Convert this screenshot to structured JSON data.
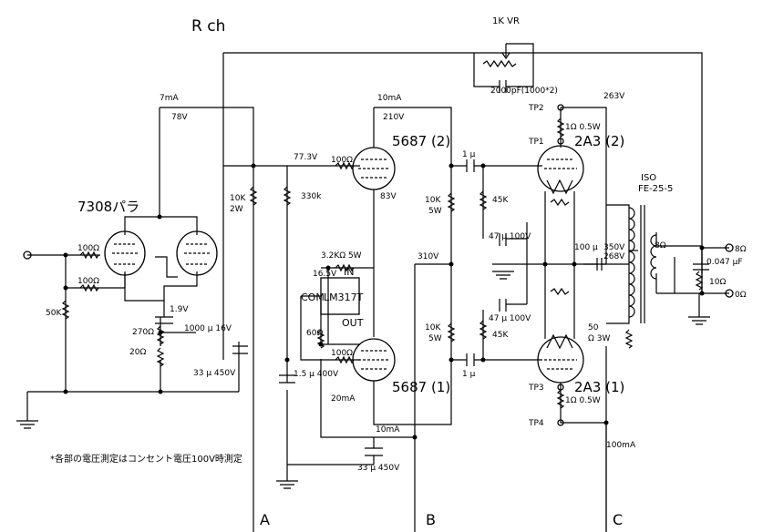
{
  "title": "R ch",
  "note": "*各部の電圧測定はコンセント電圧100V時測定",
  "tubes": {
    "pair": "7308パラ",
    "driver_top": "5687 (2)",
    "driver_bottom": "5687 (1)",
    "output_top": "2A3 (2)",
    "output_bottom": "2A3 (1)"
  },
  "ic": {
    "name": "LM317T",
    "in": "IN",
    "out": "OUT",
    "com": "COM"
  },
  "output_transformer": {
    "line1": "ISO",
    "line2": "FE-25-5"
  },
  "feedback": {
    "vr": "1K VR",
    "cap": "2000pF(1000*2)"
  },
  "terminals": {
    "a": "A",
    "b": "B",
    "c": "C",
    "tp1": "TP1",
    "tp2": "TP2",
    "tp3": "TP3",
    "tp4": "TP4"
  },
  "labels": {
    "l7ma": "7mA",
    "v78": "78V",
    "r10k2w": "10K",
    "r10k2w_b": "2W",
    "v773": "77.3V",
    "r100_a": "100Ω",
    "r330k": "330k",
    "ma10_top": "10mA",
    "v210": "210V",
    "v83": "83V",
    "r10k5w_a": "10K",
    "r10k5w_a2": "5W",
    "c1u_top": "1 μ",
    "r45k_top": "45K",
    "c47_top": "47 μ 100V",
    "v263": "263V",
    "r1_05w_top": "1Ω 0.5W",
    "r100_b": "100Ω",
    "r100_c": "100Ω",
    "r50k": "50K",
    "v19": "1.9V",
    "c1000": "1000 μ 16V",
    "r270": "270Ω",
    "r20": "20Ω",
    "c33_a": "33 μ 450V",
    "r32k": "3.2KΩ 5W",
    "v165": "16.5V",
    "r60": "60Ω",
    "r100_d": "100Ω",
    "c15": "1.5 μ 400V",
    "ma20": "20mA",
    "v310": "310V",
    "r10k5w_b": "10K",
    "r10k5w_b2": "5W",
    "c47_bot": "47 μ 100V",
    "r45k_bot": "45K",
    "c1u_bot": "1 μ",
    "ma10_bot": "10mA",
    "c33_b": "33 μ 450V",
    "c100u": "100 μ",
    "v350": "350V",
    "v268": "268V",
    "r50_3w": "50",
    "r50_3w_b": "Ω 3W",
    "r1_05w_bot": "1Ω 0.5W",
    "ma100": "100mA",
    "r8": "8Ω",
    "out8": "8Ω",
    "out0": "0Ω",
    "c0047": "0.047 μF",
    "r10": "10Ω"
  }
}
